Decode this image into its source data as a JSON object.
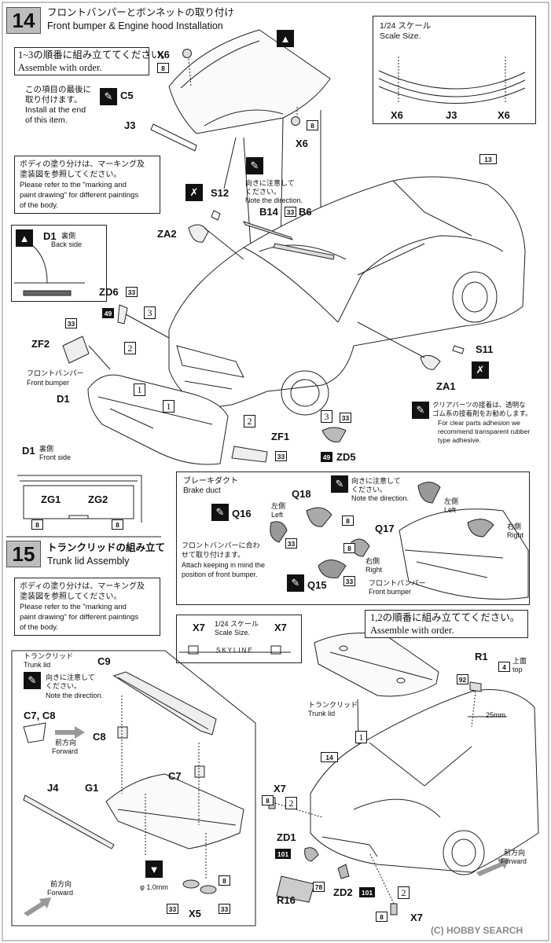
{
  "step14": {
    "number": "14",
    "title_jp": "フロントバンパーとボンネットの取り付け",
    "title_en": "Front bumper & Engine hood Installation",
    "order_jp": "1~3の順番に組み立ててください。",
    "order_en": "Assemble with order.",
    "last_jp1": "この項目の最後に",
    "last_jp2": "取り付けます。",
    "last_en1": "Install at the end",
    "last_en2": "of this item.",
    "scale_jp": "1/24 スケール",
    "scale_en": "Scale Size.",
    "paint_jp1": "ボディの塗り分けは、マーキング及",
    "paint_jp2": "塗装図を参照してください。",
    "paint_en1": "Please refer to the \"marking and",
    "paint_en2": "paint drawing\" for different paintings",
    "paint_en3": "of the body.",
    "dir_jp1": "向きに注意して",
    "dir_jp2": "ください。",
    "dir_en": "Note the direction.",
    "back_jp": "裏側",
    "back_en": "Back side",
    "front_side_jp": "裏側",
    "front_side_en": "Front side",
    "bumper_jp": "フロントバンパー",
    "bumper_en": "Front bumper",
    "clear_jp1": "クリアパーツの接着は、透明な",
    "clear_jp2": "ゴム系の接着剤をお勧めします。",
    "clear_en1": "For clear parts adhesion we",
    "clear_en2": "recommend transparent rubber",
    "clear_en3": "type adhesive.",
    "brake_jp": "ブレーキダクト",
    "brake_en": "Brake duct",
    "left_jp": "左側",
    "left_en": "Left",
    "right_jp": "右側",
    "right_en": "Right",
    "attach_jp1": "フロントバンパーに合わ",
    "attach_jp2": "せて取り付けます。",
    "attach_en1": "Attach keeping in mind the",
    "attach_en2": "position of front bumper.",
    "parts": {
      "x6": "X6",
      "c5": "C5",
      "j3": "J3",
      "s12": "S12",
      "za2": "ZA2",
      "b14": "B14",
      "b6": "B6",
      "d1": "D1",
      "zd6": "ZD6",
      "zf2": "ZF2",
      "s11": "S11",
      "za1": "ZA1",
      "zf1": "ZF1",
      "zd5": "ZD5",
      "zg1": "ZG1",
      "zg2": "ZG2",
      "q16": "Q16",
      "q18": "Q18",
      "q17": "Q17",
      "q15": "Q15"
    },
    "badges": {
      "b8": "8",
      "b13": "13",
      "b33": "33",
      "b49": "49"
    },
    "circled": {
      "c1": "1",
      "c2": "2",
      "c3": "3"
    }
  },
  "step15": {
    "number": "15",
    "title_jp": "トランクリッドの組み立て",
    "title_en": "Trunk lid Assembly",
    "order_jp": "1,2の順番に組み立ててください。",
    "order_en": "Assemble with order.",
    "scale_jp": "1/24 スケール",
    "scale_en": "Scale Size.",
    "trunk_jp": "トランクリッド",
    "trunk_en": "Trunk lid",
    "forward_jp": "前方向",
    "forward_en": "Forward",
    "top_jp": "上面",
    "top_en": "top",
    "dim_25": "25mm",
    "dim_phi": "φ 1.0mm",
    "skyline": "SKYLINE",
    "parts": {
      "c9": "C9",
      "c78": "C7, C8",
      "c8": "C8",
      "c7": "C7",
      "j4": "J4",
      "g1": "G1",
      "x5": "X5",
      "x7": "X7",
      "r1": "R1",
      "zd1": "ZD1",
      "r16": "R16",
      "zd2": "ZD2"
    },
    "badges": {
      "b4": "4",
      "b8": "8",
      "b14": "14",
      "b33": "33",
      "b78": "78",
      "b92": "92",
      "b101": "101"
    }
  },
  "watermark": "HOBBY SEARCH",
  "watermark_prefix": "(C)"
}
